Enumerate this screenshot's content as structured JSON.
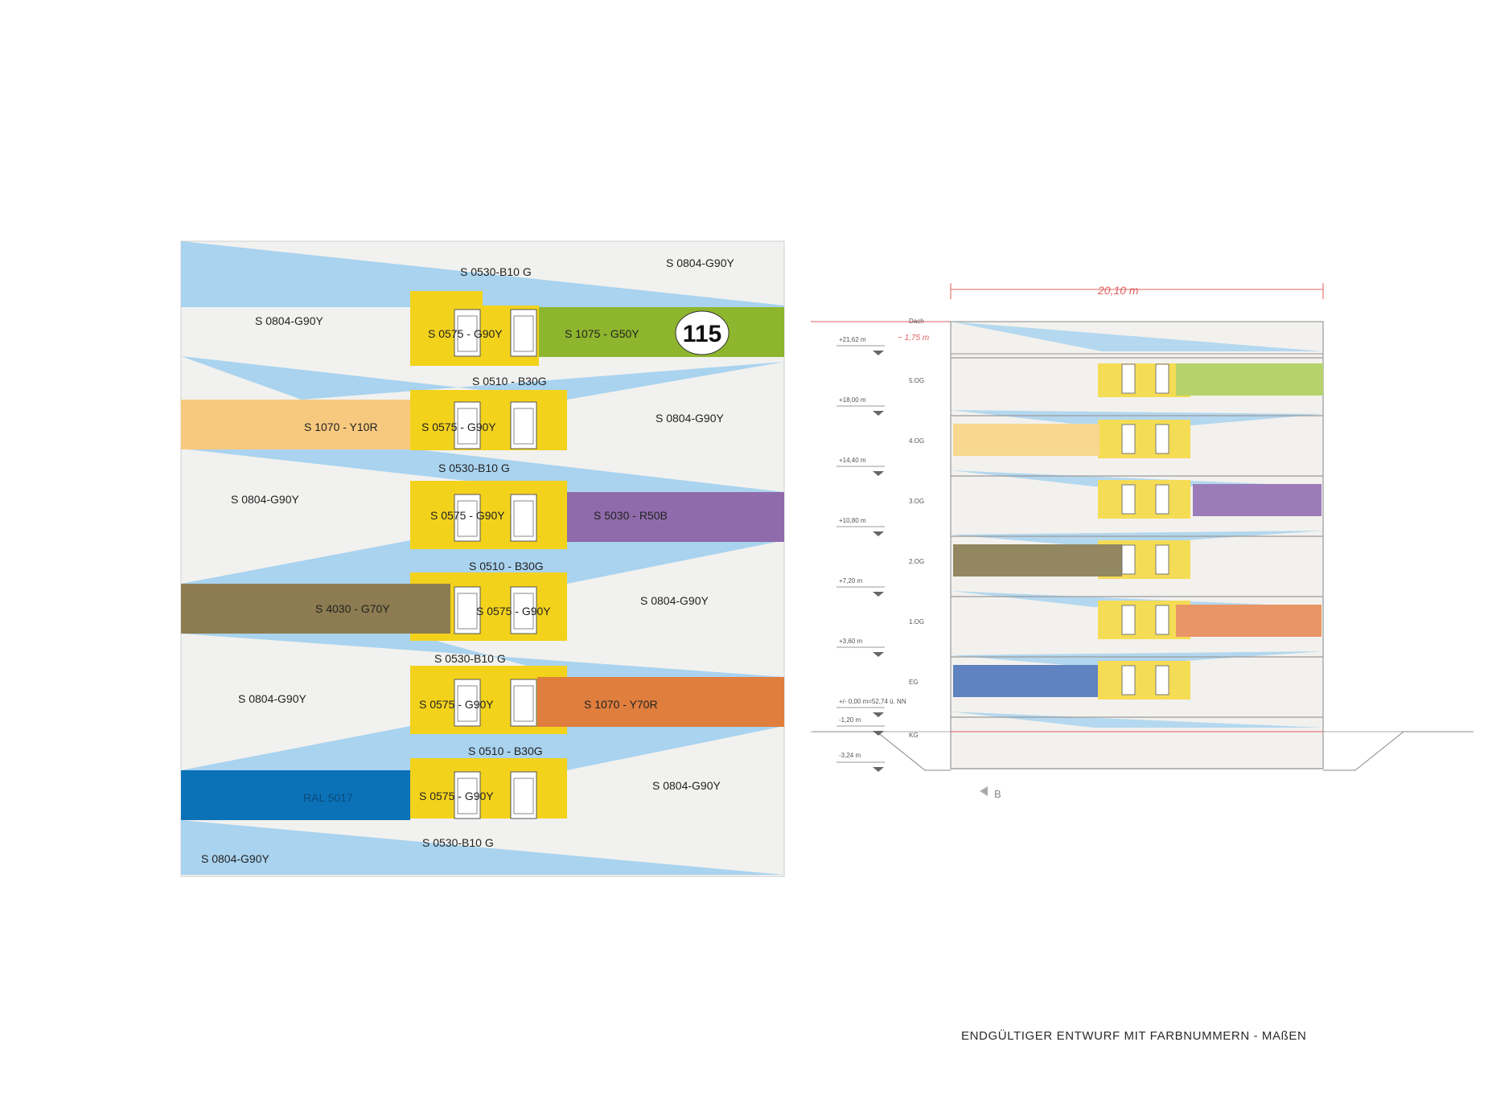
{
  "caption": "ENDGÜLTIGER ENTWURF MIT FARBNUMMERN - MAßEN",
  "facade": {
    "house_number": "115",
    "labels": {
      "top_blue": "S 0530-B10 G",
      "top_right": "S 0804-G90Y",
      "f5_left": "S 0804-G90Y",
      "f5_yellow": "S 0575 - G90Y",
      "f5_band": "S 1075 - G50Y",
      "b5_blue": "S 0510 - B30G",
      "f4_band": "S 1070 - Y10R",
      "f4_yellow": "S 0575 - G90Y",
      "f4_right": "S 0804-G90Y",
      "b4_blue": "S 0530-B10 G",
      "f3_left": "S 0804-G90Y",
      "f3_yellow": "S 0575 - G90Y",
      "f3_band": "S 5030 - R50B",
      "b3_blue": "S 0510 - B30G",
      "f2_band": "S 4030 - G70Y",
      "f2_yellow": "S 0575 - G90Y",
      "f2_right": "S 0804-G90Y",
      "b2_blue": "S 0530-B10 G",
      "f1_left": "S 0804-G90Y",
      "f1_yellow": "S 0575 - G90Y",
      "f1_band": "S 1070 - Y70R",
      "b1_blue": "S 0510 - B30G",
      "f0_band": "RAL 5017",
      "f0_yellow": "S 0575 - G90Y",
      "f0_right": "S 0804-G90Y",
      "bottom_blue": "S 0530-B10 G",
      "bottom_left": "S 0804-G90Y"
    },
    "colors": {
      "wall": "#f1f1ef",
      "blue": "#a9d3ef",
      "yellow": "#f3d21c",
      "green": "#8db52d",
      "apricot": "#f7c97f",
      "violet": "#8f6bab",
      "olive": "#8d7c51",
      "orange": "#e07e3e",
      "ral": "#0b72b8"
    }
  },
  "section": {
    "dimension": "20,10 m",
    "roof_height": "~ 1,75 m",
    "axis_marker": "B",
    "floors": [
      "Dach",
      "5.OG",
      "4.OG",
      "3.OG",
      "2.OG",
      "1.OG",
      "EG",
      "KG"
    ],
    "levels": [
      "+21,62 m",
      "+18,00 m",
      "+14,40 m",
      "+10,80 m",
      "+7,20 m",
      "+3,60 m",
      "+/- 0,00 m=52,74 ü. NN",
      "-1,20 m",
      "-3,24 m"
    ]
  }
}
